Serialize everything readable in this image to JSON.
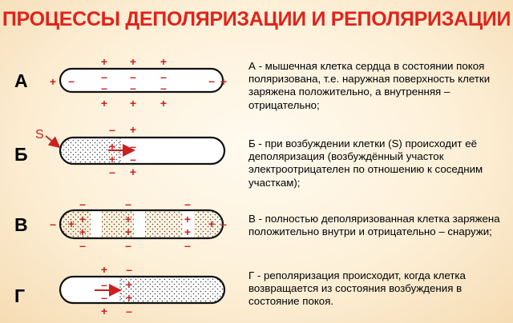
{
  "title": "ПРОЦЕССЫ ДЕПОЛЯРИЗАЦИИ И РЕПОЛЯРИЗАЦИИ",
  "rows": [
    {
      "letter": "А",
      "text": "А - мышечная клетка сердца в состоянии покоя поляризована, т.е. наружная поверхность клетки заряжена положительно, а внутренняя – отрицательно;"
    },
    {
      "letter": "Б",
      "text": "Б - при возбуждении клетки (S) происходит её деполяризация (возбуждённый участок электроотрицателен по отношению к соседним участкам);"
    },
    {
      "letter": "В",
      "text": "В - полностью деполяризованная клетка заряжена положительно внутри и отрицательно – снаружи;"
    },
    {
      "letter": "Г",
      "text": "Г - реполяризация происходит, когда клетка возвращается из состояния возбуждения в состояние покоя."
    }
  ],
  "stimulus_label": "S",
  "symbols": {
    "plus": "+",
    "minus": "–"
  },
  "colors": {
    "title": "#e0231b",
    "charge": "#cc1f1f",
    "text": "#000000"
  }
}
